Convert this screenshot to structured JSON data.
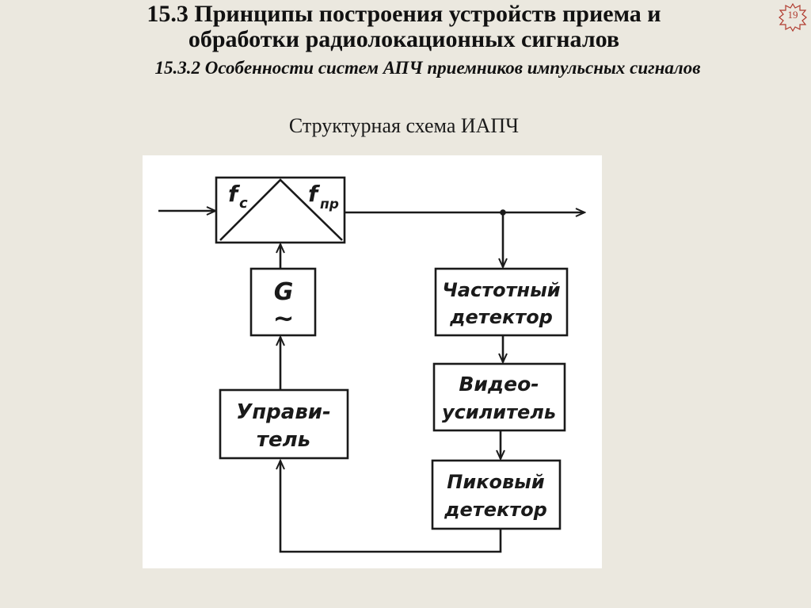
{
  "header": {
    "title_line1": "15.3 Принципы построения устройств приема и",
    "title_line2": "обработки радиолокационных сигналов",
    "subtitle": "15.3.2 Особенности систем АПЧ приемников импульсных сигналов"
  },
  "page_number": "19",
  "diagram": {
    "caption": "Структурная схема ИАПЧ",
    "mixer": {
      "left_label": "f",
      "left_sub": "c",
      "right_label": "f",
      "right_sub": "пр"
    },
    "generator": {
      "label": "G",
      "symbol": "~"
    },
    "control": {
      "line1": "Управи-",
      "line2": "тель"
    },
    "freq_detector": {
      "line1": "Частотный",
      "line2": "детектор"
    },
    "video_amp": {
      "line1": "Видео-",
      "line2": "усилитель"
    },
    "peak_detector": {
      "line1": "Пиковый",
      "line2": "детектор"
    }
  },
  "colors": {
    "background": "#ebe8df",
    "ink": "#1a1a1a",
    "badge": "#b03a2e"
  }
}
